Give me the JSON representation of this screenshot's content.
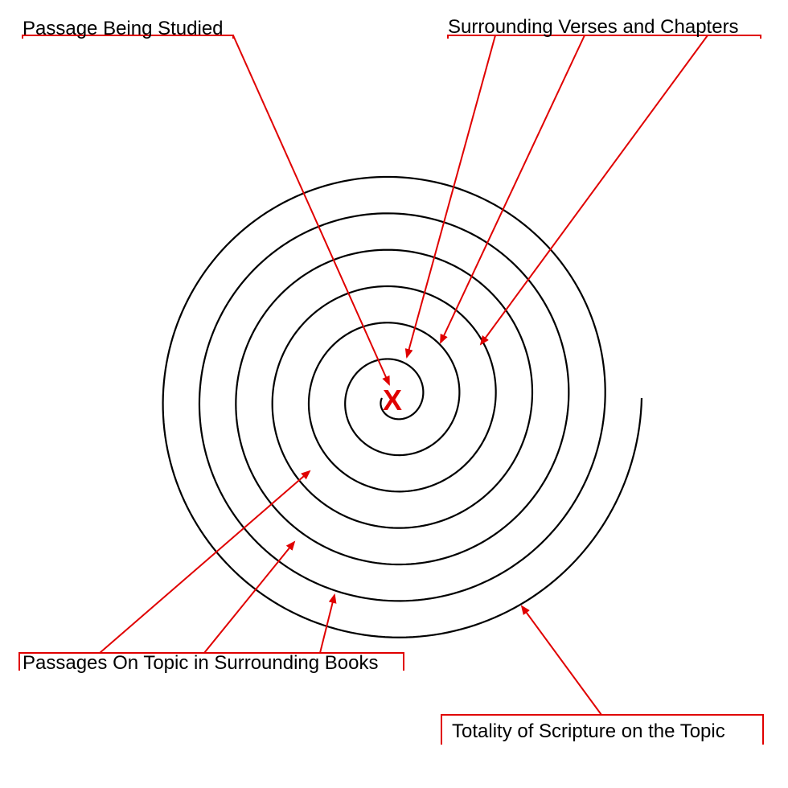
{
  "labels": {
    "passage": "Passage Being Studied",
    "surrounding": "Surrounding Verses and Chapters",
    "books": "Passages On Topic in Surrounding Books",
    "totality": "Totality of Scripture on the Topic"
  },
  "center_mark": "X",
  "colors": {
    "spiral": "#000000",
    "annotation": "#e00000"
  }
}
